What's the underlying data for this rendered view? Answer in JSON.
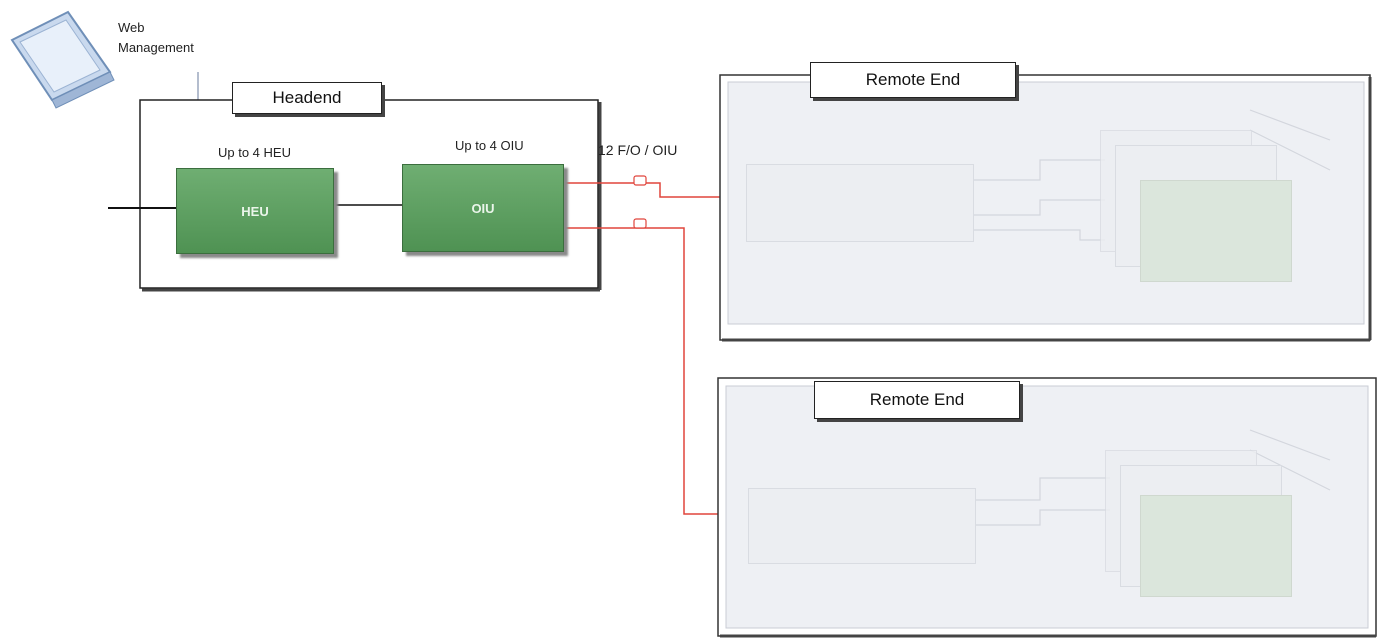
{
  "labels": {
    "web_management_line1": "Web",
    "web_management_line2": "Management",
    "headend": "Headend",
    "heu_count": "Up to 4 HEU",
    "oiu_count": "Up to 4 OIU",
    "fiber": "12 F/O / OIU",
    "heu": "HEU",
    "oiu": "OIU",
    "remote_end_1": "Remote End",
    "remote_end_2": "Remote End"
  },
  "colors": {
    "fiber_line": "#e0453c",
    "unit_green": "#5a9b5d",
    "remote_bg": "#eef0f4"
  },
  "icons": {
    "laptop": "laptop-icon"
  }
}
